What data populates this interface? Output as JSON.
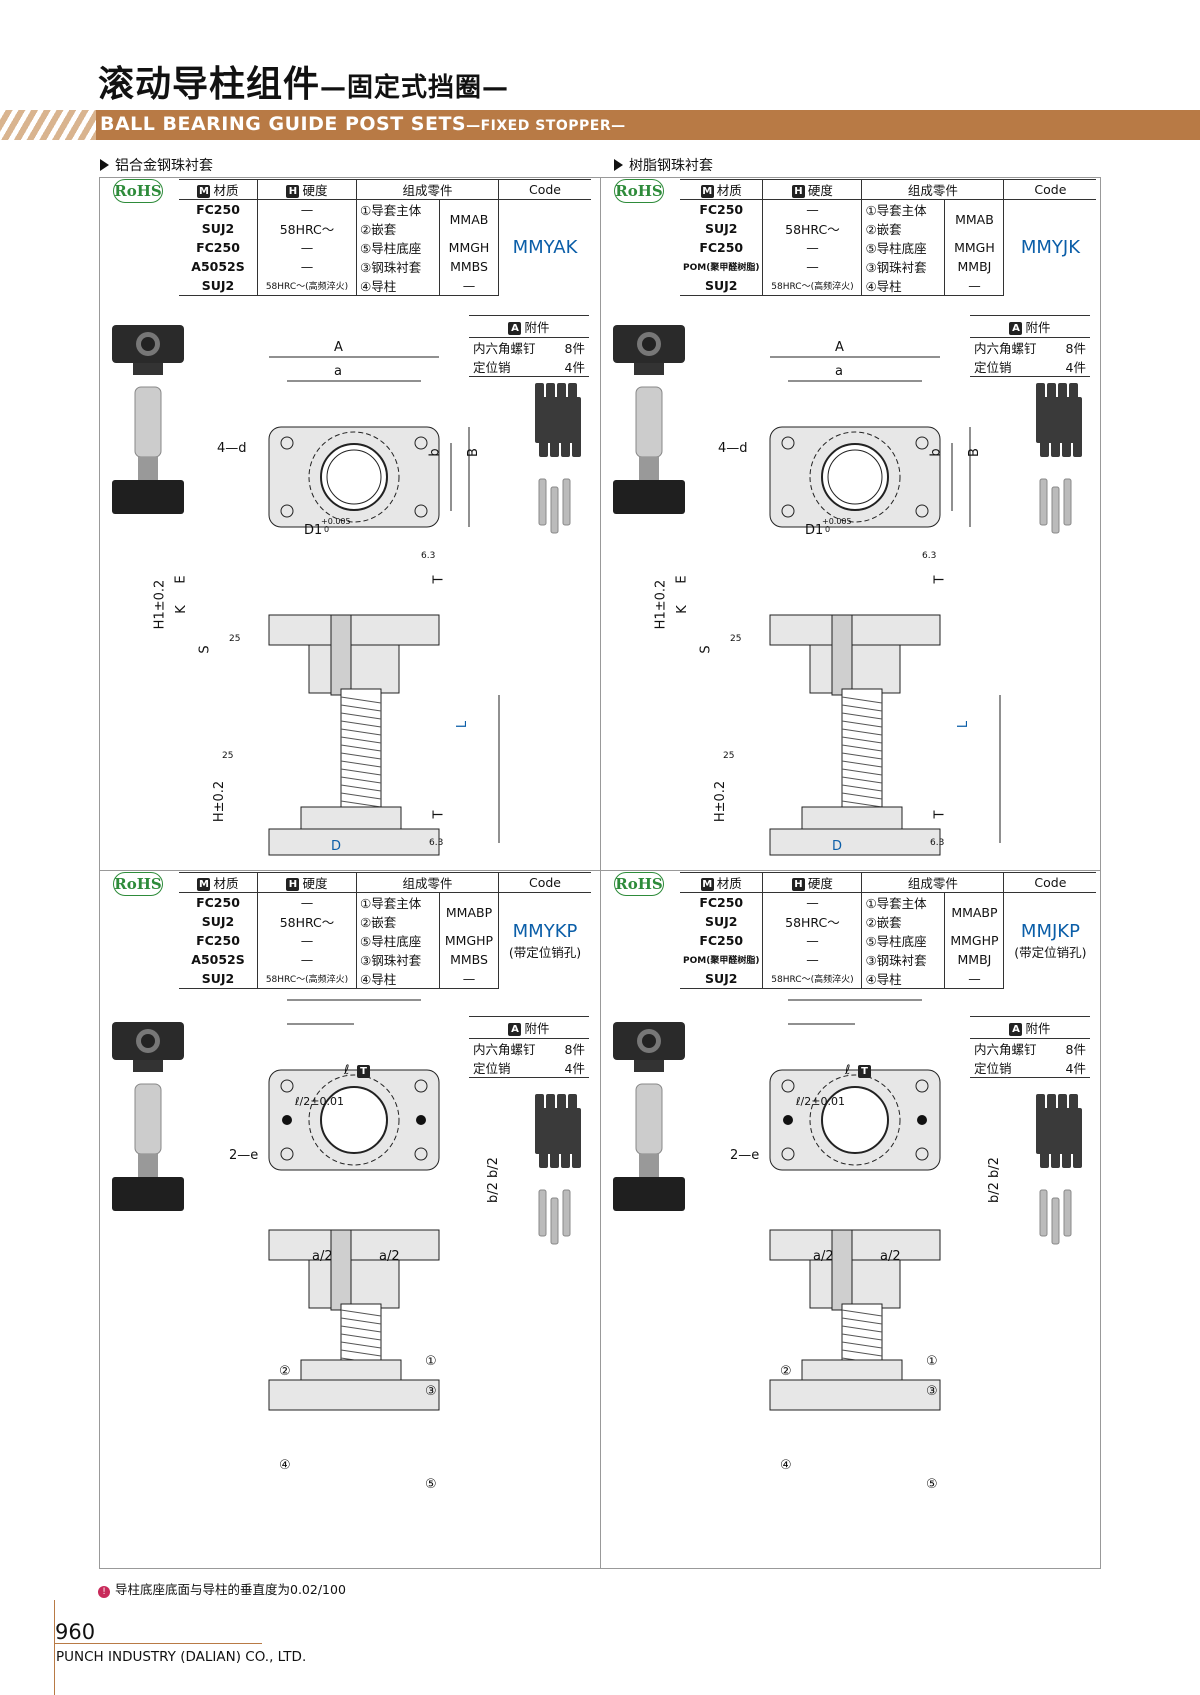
{
  "header": {
    "title_cn": "滚动导柱组件",
    "title_cn_sub": "—固定式挡圈—",
    "title_en": "BALL BEARING GUIDE  POST SETS",
    "title_en_sub": "—FIXED STOPPER—"
  },
  "section_labels": {
    "left": "铝合金钢珠衬套",
    "right": "树脂钢珠衬套"
  },
  "rohs": "RoHS",
  "table_headers": {
    "m_icon": "M",
    "material": "材质",
    "h_icon": "H",
    "hardness": "硬度",
    "parts": "组成零件",
    "code": "Code"
  },
  "accessory": {
    "a_icon": "A",
    "title": "附件",
    "items": [
      {
        "name": "内六角螺钉",
        "qty": "8件"
      },
      {
        "name": "定位销",
        "qty": "4件"
      }
    ]
  },
  "panels": [
    {
      "rows": [
        {
          "mat": "FC250",
          "hard": "—",
          "part": "①导套主体",
          "pc": "MMAB"
        },
        {
          "mat": "SUJ2",
          "hard": "58HRC～",
          "part": "②嵌套",
          "pc": ""
        },
        {
          "mat": "FC250",
          "hard": "—",
          "part": "⑤导柱底座",
          "pc": "MMGH"
        },
        {
          "mat": "A5052S",
          "hard": "—",
          "part": "③钢珠衬套",
          "pc": "MMBS"
        },
        {
          "mat": "SUJ2",
          "hard": "58HRC～(高频淬火)",
          "part": "④导柱",
          "pc": "—"
        }
      ],
      "code": "MMYAK",
      "code_note": ""
    },
    {
      "rows": [
        {
          "mat": "FC250",
          "hard": "—",
          "part": "①导套主体",
          "pc": "MMAB"
        },
        {
          "mat": "SUJ2",
          "hard": "58HRC～",
          "part": "②嵌套",
          "pc": ""
        },
        {
          "mat": "FC250",
          "hard": "—",
          "part": "⑤导柱底座",
          "pc": "MMGH"
        },
        {
          "mat": "POM(聚甲醛树脂)",
          "hard": "—",
          "part": "③钢珠衬套",
          "pc": "MMBJ"
        },
        {
          "mat": "SUJ2",
          "hard": "58HRC～(高频淬火)",
          "part": "④导柱",
          "pc": "—"
        }
      ],
      "code": "MMYJK",
      "code_note": ""
    },
    {
      "rows": [
        {
          "mat": "FC250",
          "hard": "—",
          "part": "①导套主体",
          "pc": "MMABP"
        },
        {
          "mat": "SUJ2",
          "hard": "58HRC～",
          "part": "②嵌套",
          "pc": ""
        },
        {
          "mat": "FC250",
          "hard": "—",
          "part": "⑤导柱底座",
          "pc": "MMGHP"
        },
        {
          "mat": "A5052S",
          "hard": "—",
          "part": "③钢珠衬套",
          "pc": "MMBS"
        },
        {
          "mat": "SUJ2",
          "hard": "58HRC～(高频淬火)",
          "part": "④导柱",
          "pc": "—"
        }
      ],
      "code": "MMYKP",
      "code_note": "(带定位销孔)"
    },
    {
      "rows": [
        {
          "mat": "FC250",
          "hard": "—",
          "part": "①导套主体",
          "pc": "MMABP"
        },
        {
          "mat": "SUJ2",
          "hard": "58HRC～",
          "part": "②嵌套",
          "pc": ""
        },
        {
          "mat": "FC250",
          "hard": "—",
          "part": "⑤导柱底座",
          "pc": "MMGHP"
        },
        {
          "mat": "POM(聚甲醛树脂)",
          "hard": "—",
          "part": "③钢珠衬套",
          "pc": "MMBJ"
        },
        {
          "mat": "SUJ2",
          "hard": "58HRC～(高频淬火)",
          "part": "④导柱",
          "pc": "—"
        }
      ],
      "code": "MMJKP",
      "code_note": "(带定位销孔)"
    }
  ],
  "dims_top": {
    "A": "A",
    "a": "a",
    "d": "4—d",
    "b": "b",
    "B": "B",
    "D1": "D1",
    "tol_up": "+0.005",
    "tol_lo": "0",
    "ra63": "6.3",
    "ra25": "25",
    "T": "T",
    "E": "E",
    "K": "K",
    "H1": "H1±0.2",
    "S": "S",
    "L": "L",
    "H": "H±0.2",
    "D": "D"
  },
  "dims_bottom": {
    "l": "ℓ",
    "t_icon": "T",
    "l2": "ℓ/2±0.01",
    "e": "2—e",
    "b2": "b/2",
    "a2": "a/2",
    "c1": "①",
    "c2": "②",
    "c3": "③",
    "c4": "④",
    "c5": "⑤"
  },
  "footnote": "导柱底座底面与导柱的垂直度为0.02/100",
  "footnote_icon": "!",
  "page_number": "960",
  "company": "PUNCH INDUSTRY (DALIAN) CO., LTD."
}
